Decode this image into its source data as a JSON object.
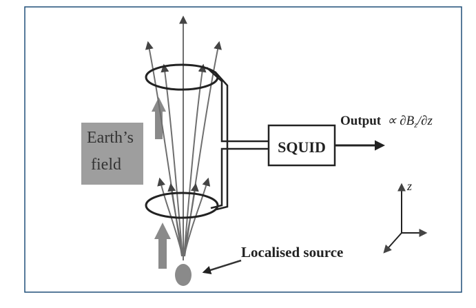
{
  "labels": {
    "earth_field_line1": "Earth’s",
    "earth_field_line2": "field",
    "squid": "SQUID",
    "output_word": "Output",
    "output_formula": "∝ ∂B",
    "output_sub": "z",
    "output_tail": "/∂z",
    "localised_source": "Localised source",
    "axis_z": "z"
  },
  "colors": {
    "frame": "#1f4e79",
    "field_box": "#9e9e9e",
    "field_arrow": "#8a8a8a",
    "ink": "#222222",
    "source": "#8a8a8a",
    "field_line": "#6e6e6e"
  }
}
